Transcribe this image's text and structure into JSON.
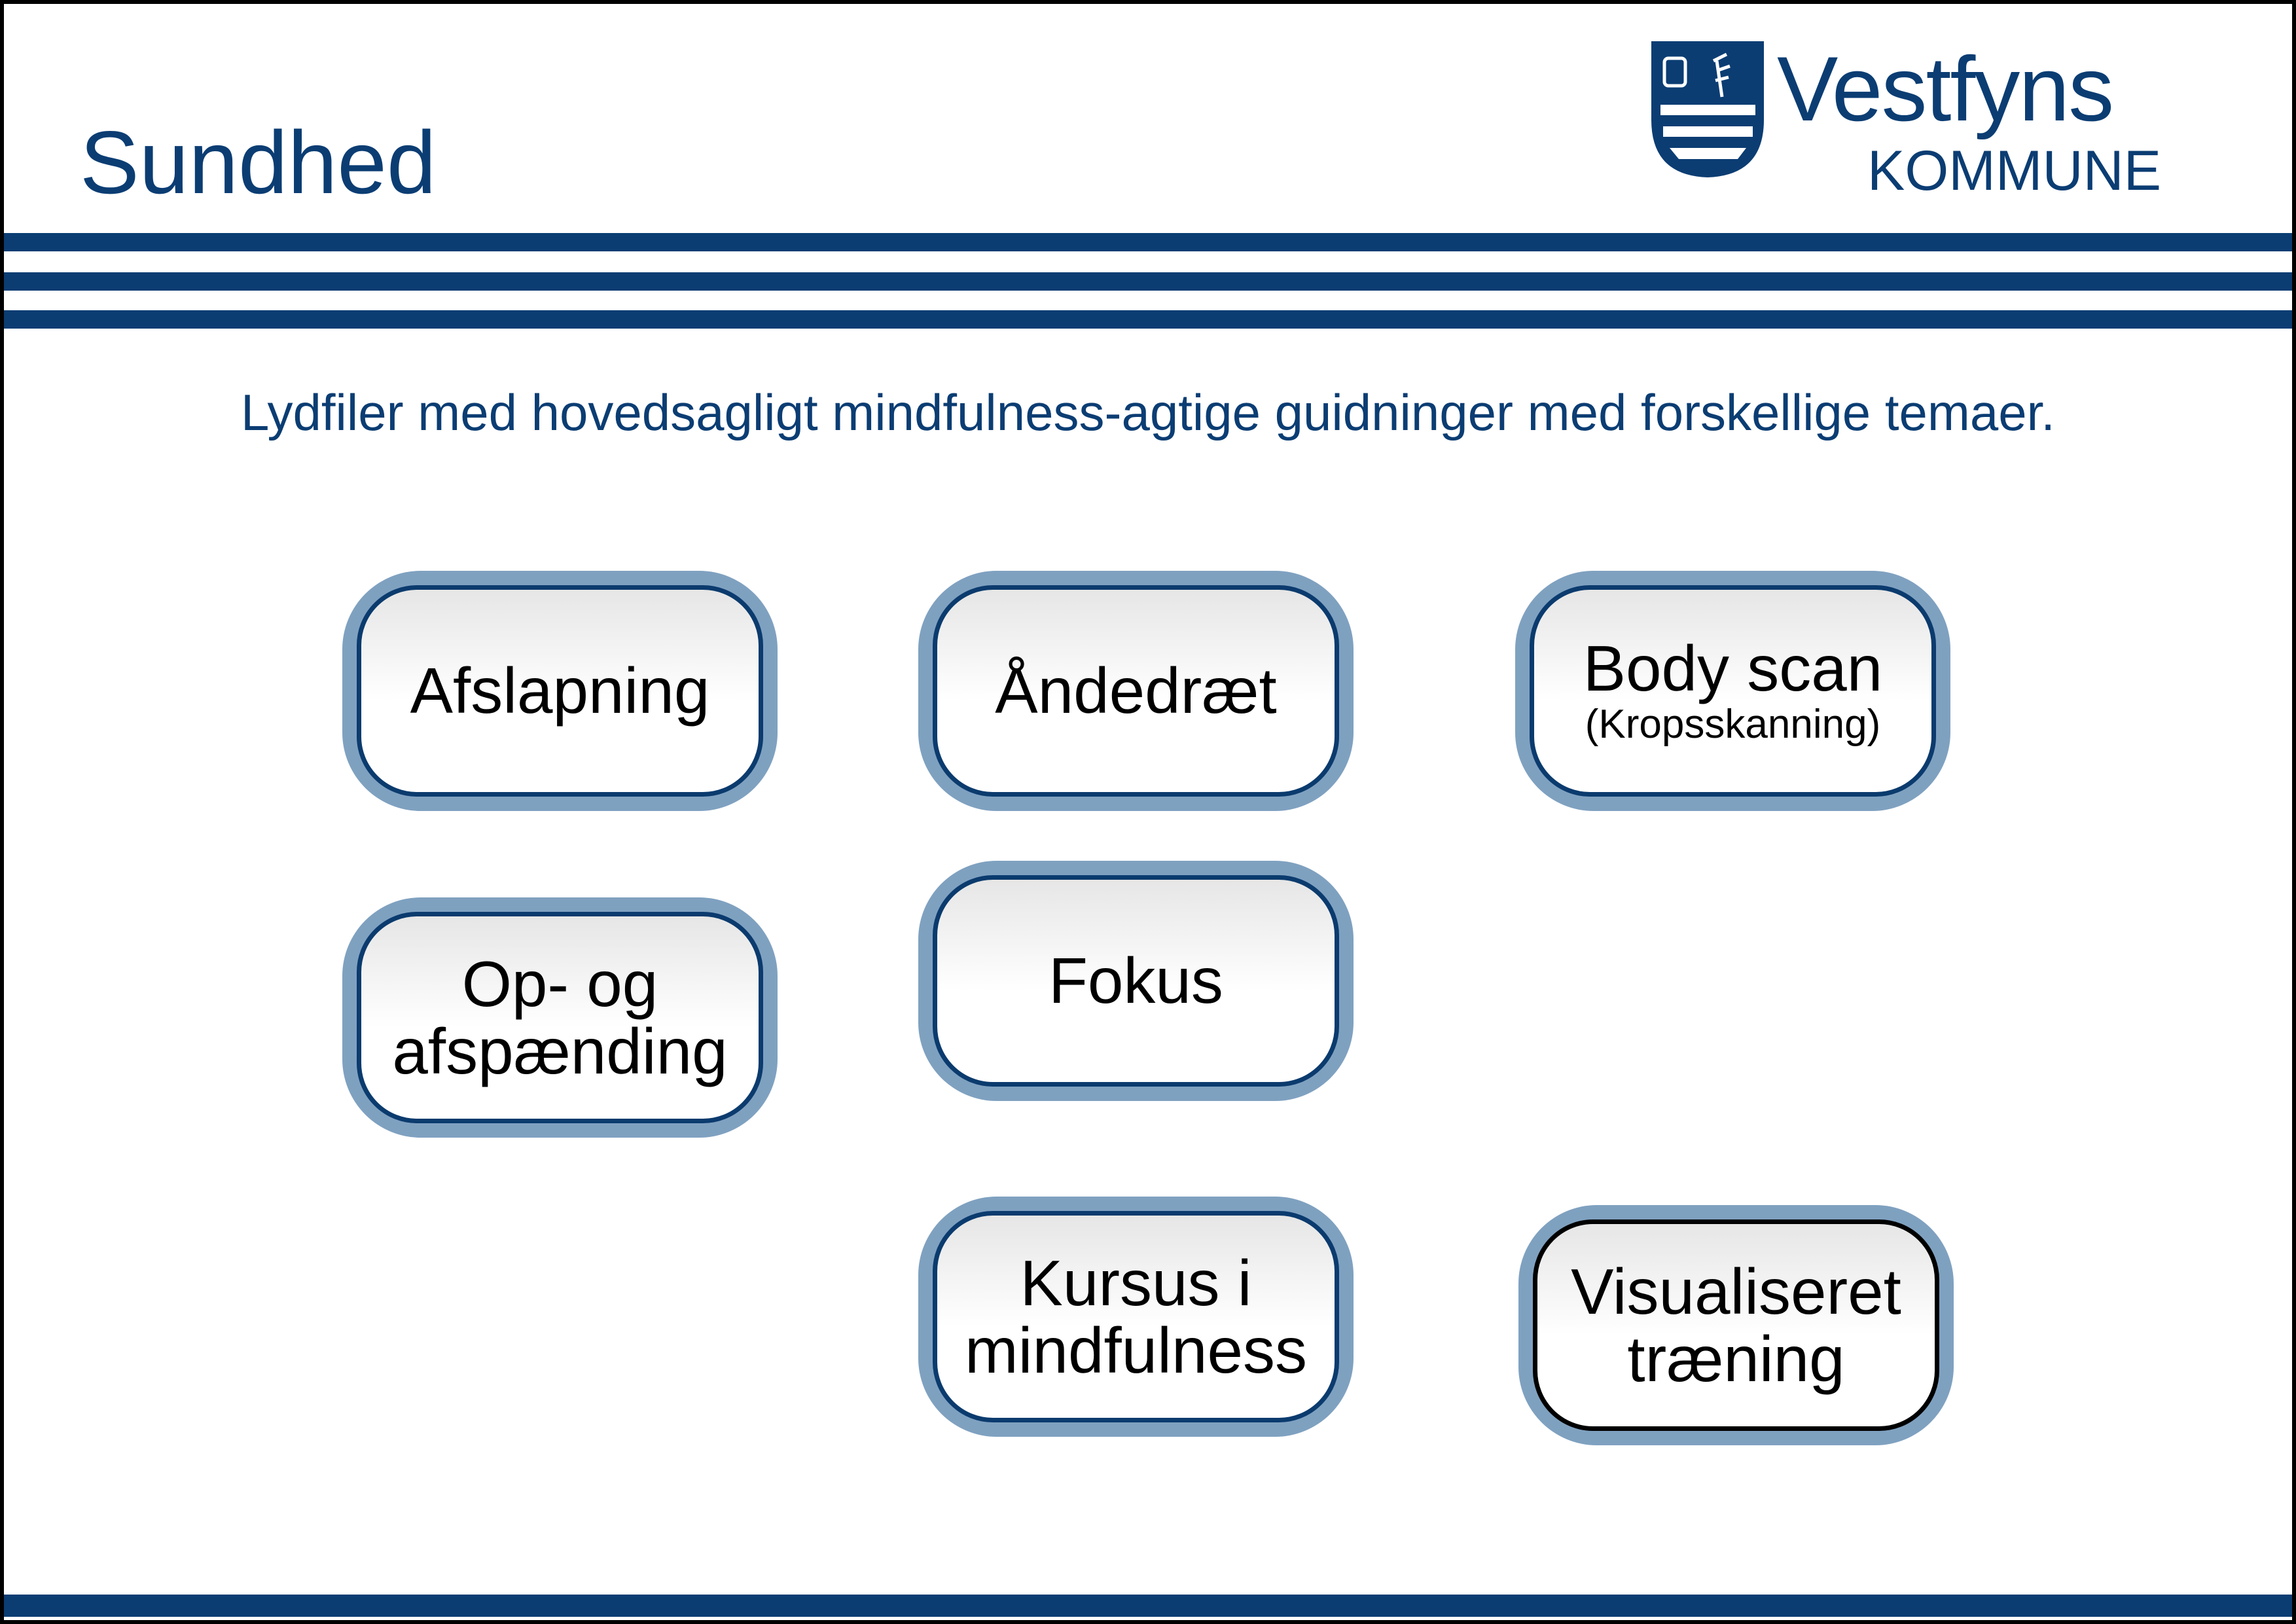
{
  "header": {
    "title": "Sundhed",
    "logo": {
      "name": "Vestfyns",
      "sub": "KOMMUNE"
    }
  },
  "subtitle": "Lydfiler med hovedsagligt mindfulness-agtige guidninger med forskellige temaer.",
  "buttons": {
    "afslapning": "Afslapning",
    "andedraet": "Åndedræt",
    "bodyscan": "Body scan",
    "bodyscan_sub": "(Kropsskanning)",
    "opog_line1": "Op- og",
    "opog_line2": "afspænding",
    "fokus": "Fokus",
    "kursus_line1": "Kursus i",
    "kursus_line2": "mindfulness",
    "visual_line1": "Visualiseret",
    "visual_line2": "træning"
  },
  "colors": {
    "brand": "#0b3d73",
    "halo": "#7fa1c0"
  }
}
